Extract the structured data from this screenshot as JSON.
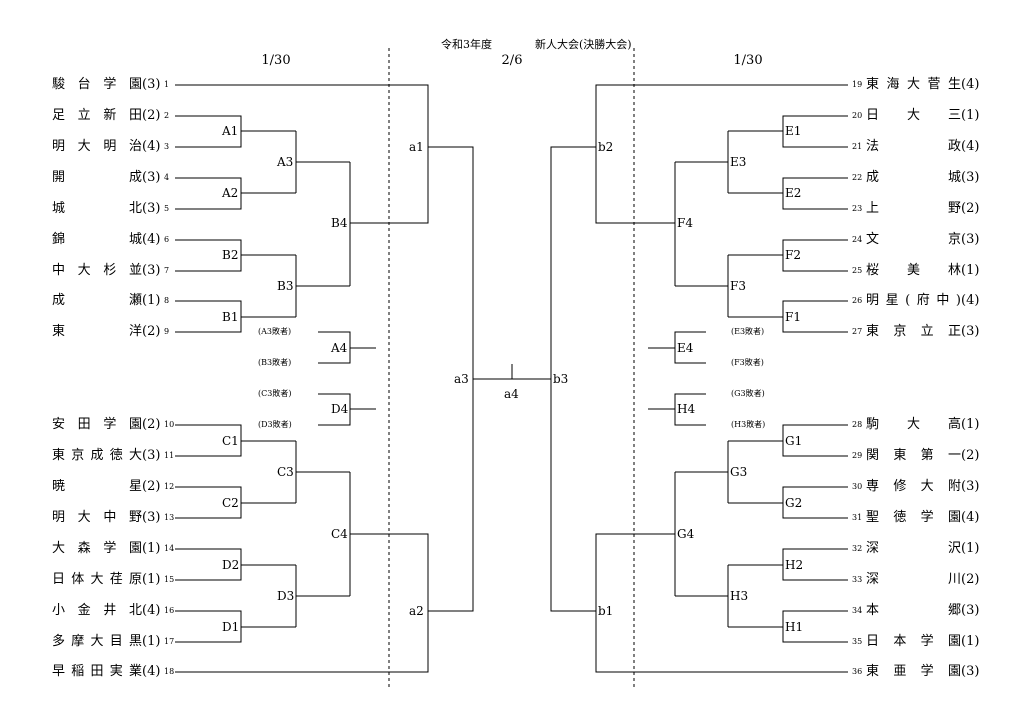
{
  "header": {
    "title_left": "令和3年度",
    "title_right": "新人大会(決勝大会)",
    "date_left": "1/30",
    "date_center": "2/6",
    "date_right": "1/30"
  },
  "left_teams": [
    {
      "num": "1",
      "name": "駿台学園",
      "seed": "(3)"
    },
    {
      "num": "2",
      "name": "足立新田",
      "seed": "(2)"
    },
    {
      "num": "3",
      "name": "明大明治",
      "seed": "(4)"
    },
    {
      "num": "4",
      "name": "開成",
      "seed": "(3)"
    },
    {
      "num": "5",
      "name": "城北",
      "seed": "(3)"
    },
    {
      "num": "6",
      "name": "錦城",
      "seed": "(4)"
    },
    {
      "num": "7",
      "name": "中大杉並",
      "seed": "(3)"
    },
    {
      "num": "8",
      "name": "成瀬",
      "seed": "(1)"
    },
    {
      "num": "9",
      "name": "東洋",
      "seed": "(2)"
    },
    {
      "num": "10",
      "name": "安田学園",
      "seed": "(2)"
    },
    {
      "num": "11",
      "name": "東京成徳大",
      "seed": "(3)"
    },
    {
      "num": "12",
      "name": "暁星",
      "seed": "(2)"
    },
    {
      "num": "13",
      "name": "明大中野",
      "seed": "(3)"
    },
    {
      "num": "14",
      "name": "大森学園",
      "seed": "(1)"
    },
    {
      "num": "15",
      "name": "日体大荏原",
      "seed": "(1)"
    },
    {
      "num": "16",
      "name": "小金井北",
      "seed": "(4)"
    },
    {
      "num": "17",
      "name": "多摩大目黒",
      "seed": "(1)"
    },
    {
      "num": "18",
      "name": "早稲田実業",
      "seed": "(4)"
    }
  ],
  "right_teams": [
    {
      "num": "19",
      "name": "東海大菅生",
      "seed": "(4)"
    },
    {
      "num": "20",
      "name": "日大三",
      "seed": "(1)"
    },
    {
      "num": "21",
      "name": "法政",
      "seed": "(4)"
    },
    {
      "num": "22",
      "name": "成城",
      "seed": "(3)"
    },
    {
      "num": "23",
      "name": "上野",
      "seed": "(2)"
    },
    {
      "num": "24",
      "name": "文京",
      "seed": "(3)"
    },
    {
      "num": "25",
      "name": "桜美林",
      "seed": "(1)"
    },
    {
      "num": "26",
      "name": "明星(府中)",
      "seed": "(4)"
    },
    {
      "num": "27",
      "name": "東京立正",
      "seed": "(3)"
    },
    {
      "num": "28",
      "name": "駒大高",
      "seed": "(1)"
    },
    {
      "num": "29",
      "name": "関東第一",
      "seed": "(2)"
    },
    {
      "num": "30",
      "name": "専修大附",
      "seed": "(3)"
    },
    {
      "num": "31",
      "name": "聖徳学園",
      "seed": "(4)"
    },
    {
      "num": "32",
      "name": "深沢",
      "seed": "(1)"
    },
    {
      "num": "33",
      "name": "深川",
      "seed": "(2)"
    },
    {
      "num": "34",
      "name": "本郷",
      "seed": "(3)"
    },
    {
      "num": "35",
      "name": "日本学園",
      "seed": "(1)"
    },
    {
      "num": "36",
      "name": "東亜学園",
      "seed": "(3)"
    }
  ],
  "matches": {
    "A1": "A1",
    "A2": "A2",
    "A3": "A3",
    "A4": "A4",
    "B1": "B1",
    "B2": "B2",
    "B3": "B3",
    "B4": "B4",
    "C1": "C1",
    "C2": "C2",
    "C3": "C3",
    "C4": "C4",
    "D1": "D1",
    "D2": "D2",
    "D3": "D3",
    "D4": "D4",
    "E1": "E1",
    "E2": "E2",
    "E3": "E3",
    "E4": "E4",
    "F1": "F1",
    "F2": "F2",
    "F3": "F3",
    "F4": "F4",
    "G1": "G1",
    "G2": "G2",
    "G3": "G3",
    "G4": "G4",
    "H1": "H1",
    "H2": "H2",
    "H3": "H3",
    "H4": "H4",
    "a1": "a1",
    "a2": "a2",
    "a3": "a3",
    "a4": "a4",
    "b1": "b1",
    "b2": "b2",
    "b3": "b3"
  },
  "losers": {
    "A3": "(A3敗者)",
    "B3": "(B3敗者)",
    "C3": "(C3敗者)",
    "D3": "(D3敗者)",
    "E3": "(E3敗者)",
    "F3": "(F3敗者)",
    "G3": "(G3敗者)",
    "H3": "(H3敗者)"
  }
}
